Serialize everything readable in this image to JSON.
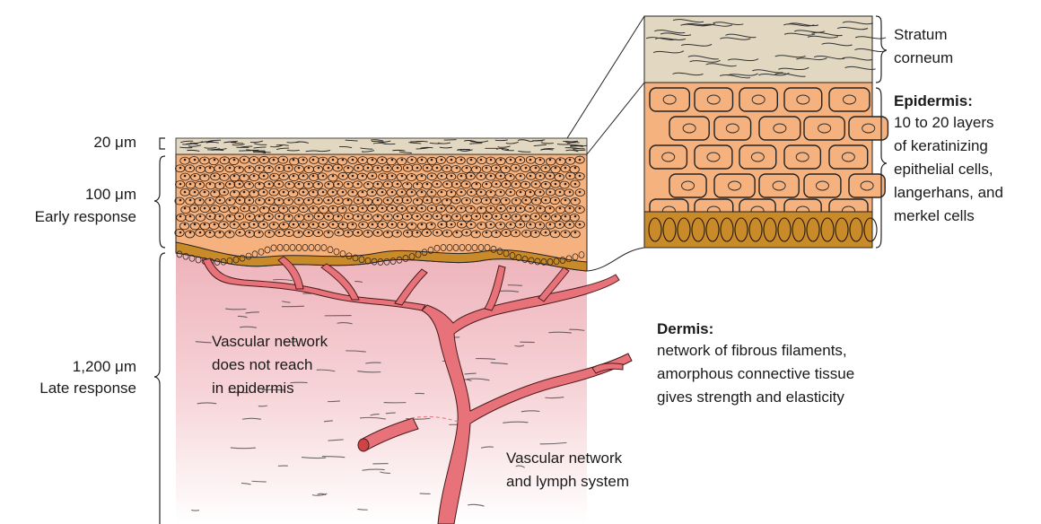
{
  "left_labels": {
    "corneum_thickness": "20 μm",
    "epidermis_thickness": "100 μm",
    "epidermis_response": "Early response",
    "dermis_thickness": "1,200 μm",
    "dermis_response": "Late response"
  },
  "stratum_corneum": {
    "line1": "Stratum",
    "line2": "corneum"
  },
  "epidermis": {
    "title": "Epidermis:",
    "lines": [
      "10 to 20 layers",
      "of keratinizing",
      "epithelial cells,",
      "langerhans, and",
      "merkel cells"
    ]
  },
  "dermis": {
    "title": "Dermis:",
    "lines": [
      "network of fibrous filaments,",
      "amorphous connective tissue",
      "gives strength and elasticity"
    ]
  },
  "vascular_note": {
    "lines": [
      "Vascular network",
      "does not reach",
      "in epidermis"
    ]
  },
  "vascular_lymph": {
    "lines": [
      "Vascular network",
      "and lymph system"
    ]
  },
  "colors": {
    "corneum": "#e2d7c0",
    "epidermis": "#f6b27e",
    "basal": "#c98a2a",
    "dermis_top": "#f0b9bf",
    "vessel": "#e8727a",
    "outline": "#222222"
  }
}
